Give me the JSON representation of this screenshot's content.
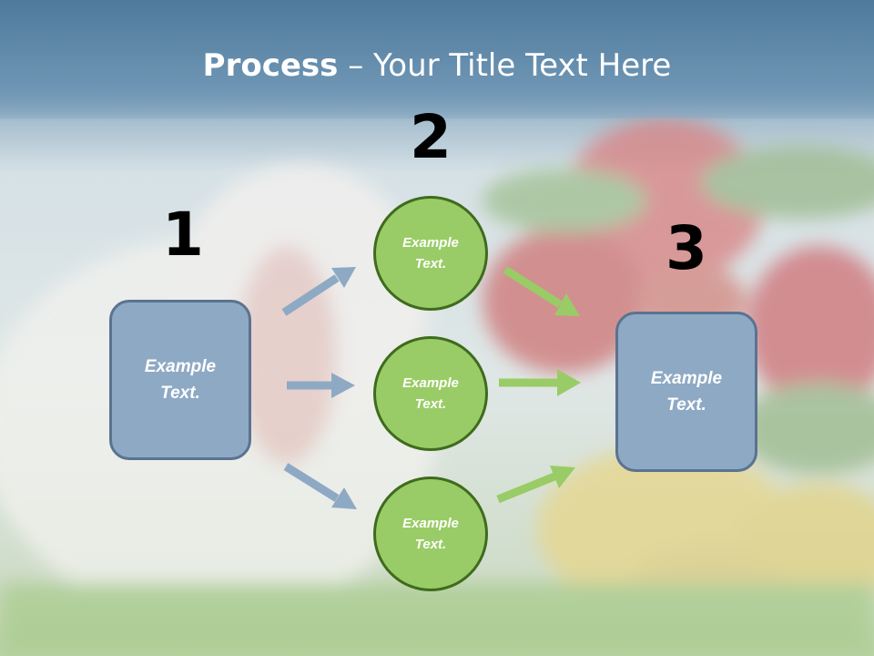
{
  "slide": {
    "title_bold": "Process",
    "title_sep": " – ",
    "title_rest": "Your Title Text Here"
  },
  "steps": {
    "step1_number": "1",
    "step2_number": "2",
    "step3_number": "3"
  },
  "shapes": {
    "left_box_text": "Example\nText.",
    "circle_top_text": "Example\nText.",
    "circle_middle_text": "Example\nText.",
    "circle_bottom_text": "Example\nText.",
    "right_box_text": "Example\nText."
  },
  "colors": {
    "box_fill": "#8ea9c4",
    "box_border": "#5a7390",
    "circle_fill": "#99cc66",
    "circle_border": "#3f6b1e",
    "blue_arrow": "#8ea9c4",
    "green_arrow": "#99cc66",
    "title_band": "#5f88a8"
  }
}
